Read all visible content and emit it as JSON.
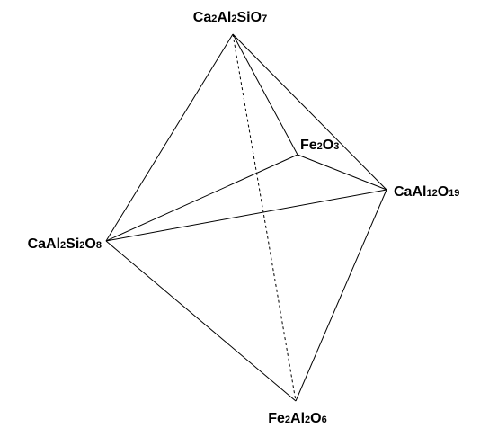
{
  "diagram": {
    "type": "tetrahedron-phase-diagram",
    "line_color": "#000000",
    "background_color": "#ffffff",
    "vertices": [
      {
        "id": "top",
        "label": "Ca2Al2SiO7",
        "parts": [
          {
            "t": "Ca",
            "sub": false
          },
          {
            "t": "2",
            "sub": true
          },
          {
            "t": "Al",
            "sub": false
          },
          {
            "t": "2",
            "sub": true
          },
          {
            "t": "SiO",
            "sub": false
          },
          {
            "t": "7",
            "sub": true
          }
        ]
      },
      {
        "id": "back",
        "label": "Fe2O3",
        "parts": [
          {
            "t": "Fe",
            "sub": false
          },
          {
            "t": "2",
            "sub": true
          },
          {
            "t": "O",
            "sub": false
          },
          {
            "t": "3",
            "sub": true
          }
        ]
      },
      {
        "id": "right",
        "label": "CaAl12O19",
        "parts": [
          {
            "t": "CaAl",
            "sub": false
          },
          {
            "t": "12",
            "sub": true
          },
          {
            "t": "O",
            "sub": false
          },
          {
            "t": "19",
            "sub": true
          }
        ]
      },
      {
        "id": "left",
        "label": "CaAl2Si2O8",
        "parts": [
          {
            "t": "CaAl",
            "sub": false
          },
          {
            "t": "2",
            "sub": true
          },
          {
            "t": "Si",
            "sub": false
          },
          {
            "t": "2",
            "sub": true
          },
          {
            "t": "O",
            "sub": false
          },
          {
            "t": "8",
            "sub": true
          }
        ]
      },
      {
        "id": "bottom",
        "label": "Fe2Al2O6",
        "parts": [
          {
            "t": "Fe",
            "sub": false
          },
          {
            "t": "2",
            "sub": true
          },
          {
            "t": "Al",
            "sub": false
          },
          {
            "t": "2",
            "sub": true
          },
          {
            "t": "O",
            "sub": false
          },
          {
            "t": "6",
            "sub": true
          }
        ]
      }
    ],
    "edges": [
      {
        "from": "top",
        "to": "back",
        "style": "solid"
      },
      {
        "from": "top",
        "to": "right",
        "style": "solid"
      },
      {
        "from": "top",
        "to": "left",
        "style": "solid"
      },
      {
        "from": "top",
        "to": "bottom",
        "style": "dashed"
      },
      {
        "from": "back",
        "to": "left",
        "style": "solid"
      },
      {
        "from": "back",
        "to": "right",
        "style": "solid"
      },
      {
        "from": "left",
        "to": "right",
        "style": "solid"
      },
      {
        "from": "left",
        "to": "bottom",
        "style": "solid"
      },
      {
        "from": "right",
        "to": "bottom",
        "style": "solid"
      }
    ]
  }
}
